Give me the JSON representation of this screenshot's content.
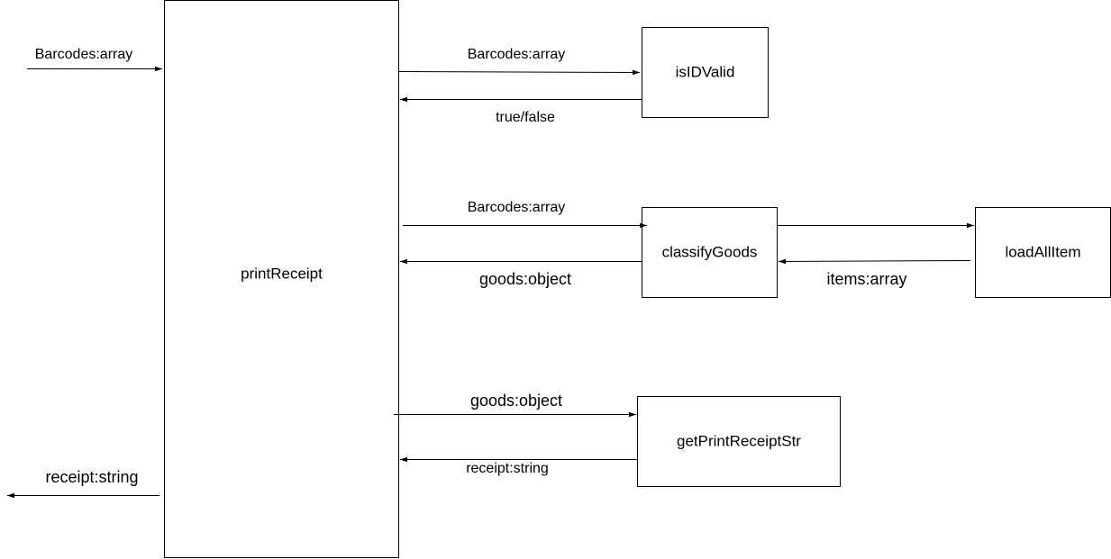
{
  "nodes": {
    "printReceipt": "printReceipt",
    "isIDValid": "isIDValid",
    "classifyGoods": "classifyGoods",
    "loadAllItem": "loadAllItem",
    "getPrintReceiptStr": "getPrintReceiptStr"
  },
  "edges": {
    "input_barcodes": "Barcodes:array",
    "to_isIDValid": "Barcodes:array",
    "from_isIDValid": "true/false",
    "to_classifyGoods": "Barcodes:array",
    "from_classifyGoods": "goods:object",
    "from_loadAllItem": "items:array",
    "to_getPrintReceiptStr": "goods:object",
    "from_getPrintReceiptStr": "receipt:string",
    "output_receipt": "receipt:string"
  }
}
